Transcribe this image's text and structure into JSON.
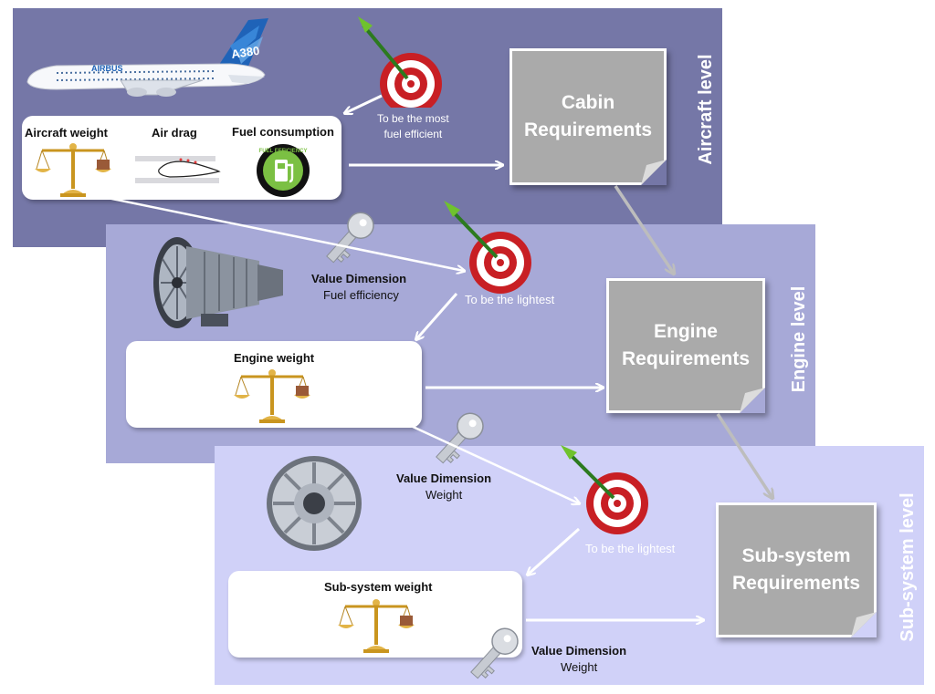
{
  "levels": {
    "aircraft": "Aircraft level",
    "engine": "Engine level",
    "subsystem": "Sub-system level"
  },
  "aircraft": {
    "plane_brand": "AIRBUS",
    "plane_model": "A380",
    "factors": {
      "weight": "Aircraft weight",
      "drag": "Air drag",
      "fuel": "Fuel consumption"
    },
    "fuel_badge": "FUEL EFFICIENCY",
    "target_line1": "To be the most",
    "target_line2": "fuel efficient",
    "req_line1": "Cabin",
    "req_line2": "Requirements"
  },
  "engine": {
    "value_dimension_title": "Value Dimension",
    "value_dimension_value": "Fuel efficiency",
    "target": "To be the lightest",
    "box_title": "Engine weight",
    "req_line1": "Engine",
    "req_line2": "Requirements"
  },
  "subsystem": {
    "value_dimension_title": "Value Dimension",
    "value_dimension_value": "Weight",
    "target": "To be the lightest",
    "box_title": "Sub-system weight",
    "req_line1": "Sub-system",
    "req_line2": "Requirements",
    "bottom_value_dimension_title": "Value Dimension",
    "bottom_value_dimension_value": "Weight"
  },
  "colors": {
    "aircraft_panel": "#7577a7",
    "engine_panel": "#a7a9d7",
    "subsystem_panel": "#d0d1f8",
    "requirements_box": "#aaaaaa",
    "target_red": "#d42a2a",
    "scale_gold": "#d8a12b"
  }
}
